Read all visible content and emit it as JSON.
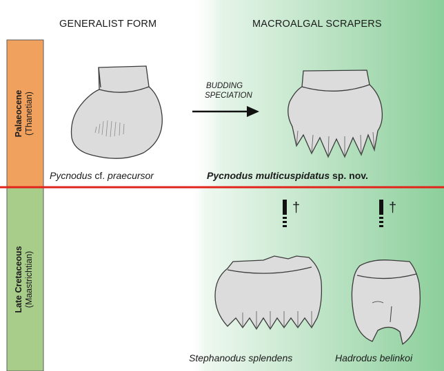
{
  "columns": {
    "left_header": "GENERALIST FORM",
    "right_header": "MACROALGAL SCRAPERS"
  },
  "periods": {
    "upper": {
      "epoch": "Palaeocene",
      "stage": "(Thanetian)",
      "color": "#f0a15d"
    },
    "lower": {
      "epoch": "Late Cretaceous",
      "stage": "(Maastrichtian)",
      "color": "#a8cc8a"
    }
  },
  "boundary_color": "#e2241a",
  "gradient_color": "#8ccf9b",
  "arrow": {
    "line1": "BUDDING",
    "line2": "SPECIATION"
  },
  "species": {
    "generalist": {
      "genus": "Pycnodus",
      "rest": " cf. ",
      "epithet": "praecursor"
    },
    "new_species": {
      "name": "Pycnodus multicuspidatus",
      "suffix": " sp. nov."
    },
    "stephanodus": "Stephanodus splendens",
    "hadrodus": "Hadrodus belinkoi"
  },
  "extinction_mark": "†"
}
